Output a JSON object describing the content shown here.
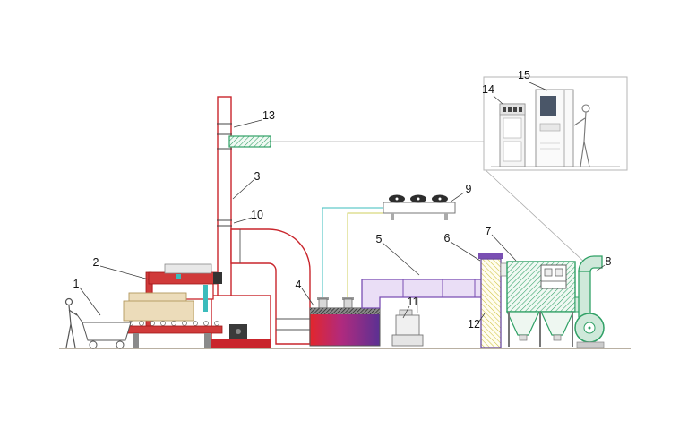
{
  "labels": [
    "1",
    "2",
    "3",
    "4",
    "5",
    "6",
    "7",
    "8",
    "9",
    "10",
    "11",
    "12",
    "13",
    "14",
    "15"
  ],
  "palette": {
    "stack_red": "#c9252c",
    "machine_red": "#d03a3a",
    "duct_purple": "#7a4fb3",
    "equipment_green": "#2fa065",
    "afterburner_gradient_left": "#e3262c",
    "afterburner_gradient_mid": "#b02a7e",
    "afterburner_gradient_right": "#5b3193",
    "casket_tan": "#ecdcba",
    "signal_teal": "#3bbcbc",
    "signal_yellow": "#cfcf5e",
    "hatch_yellow": "#cfc23e",
    "callout_gray": "#aaaaaa"
  }
}
